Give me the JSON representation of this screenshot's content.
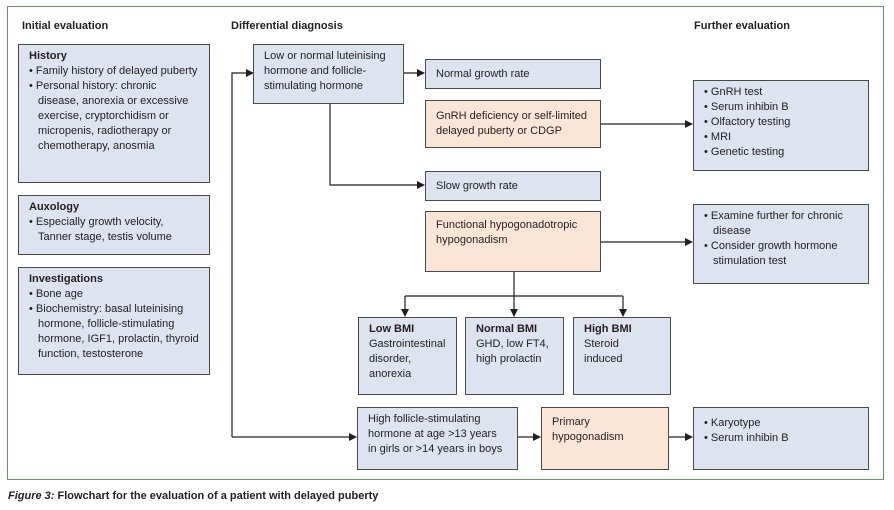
{
  "headers": {
    "initial": "Initial evaluation",
    "differential": "Differential diagnosis",
    "further": "Further evaluation"
  },
  "initial": {
    "history": {
      "title": "History",
      "items": [
        "Family history of delayed puberty",
        "Personal history: chronic disease, anorexia or excessive exercise, cryptorchidism or micropenis, radiotherapy or chemotherapy, anosmia"
      ]
    },
    "auxology": {
      "title": "Auxology",
      "items": [
        "Especially growth velocity, Tanner stage, testis volume"
      ]
    },
    "investigations": {
      "title": "Investigations",
      "items": [
        "Bone age",
        "Biochemistry: basal luteinising hormone, follicle-stimulating hormone, IGF1, prolactin, thyroid function, testosterone"
      ]
    }
  },
  "differential": {
    "low_lh_fsh": "Low or normal luteinising hormone and follicle-stimulating hormone",
    "normal_growth": "Normal growth rate",
    "gnrh_cdgp": "GnRH deficiency or self-limited delayed puberty or CDGP",
    "slow_growth": "Slow growth rate",
    "functional": "Functional hypogonadotropic hypogonadism",
    "low_bmi": {
      "title": "Low BMI",
      "text": "Gastrointestinal disorder, anorexia"
    },
    "normal_bmi": {
      "title": "Normal BMI",
      "text": "GHD, low FT4, high prolactin"
    },
    "high_bmi": {
      "title": "High BMI",
      "text": "Steroid induced"
    },
    "high_fsh": "High follicle-stimulating hormone at age >13 years in girls or >14 years in boys",
    "primary": "Primary hypogonadism"
  },
  "further": {
    "gnrh_tests": [
      "GnRH test",
      "Serum inhibin B",
      "Olfactory testing",
      "MRI",
      "Genetic testing"
    ],
    "functional_tests": [
      "Examine further for chronic disease",
      "Consider growth hormone stimulation test"
    ],
    "primary_tests": [
      "Karyotype",
      "Serum inhibin B"
    ]
  },
  "caption": {
    "figure_label": "Figure 3:",
    "text": " Flowchart for the evaluation of a patient with delayed puberty"
  },
  "colors": {
    "frame": "#5f9a5f",
    "blue_box": "#dde3ef",
    "peach_box": "#fbe5d6",
    "line": "#231f20"
  }
}
